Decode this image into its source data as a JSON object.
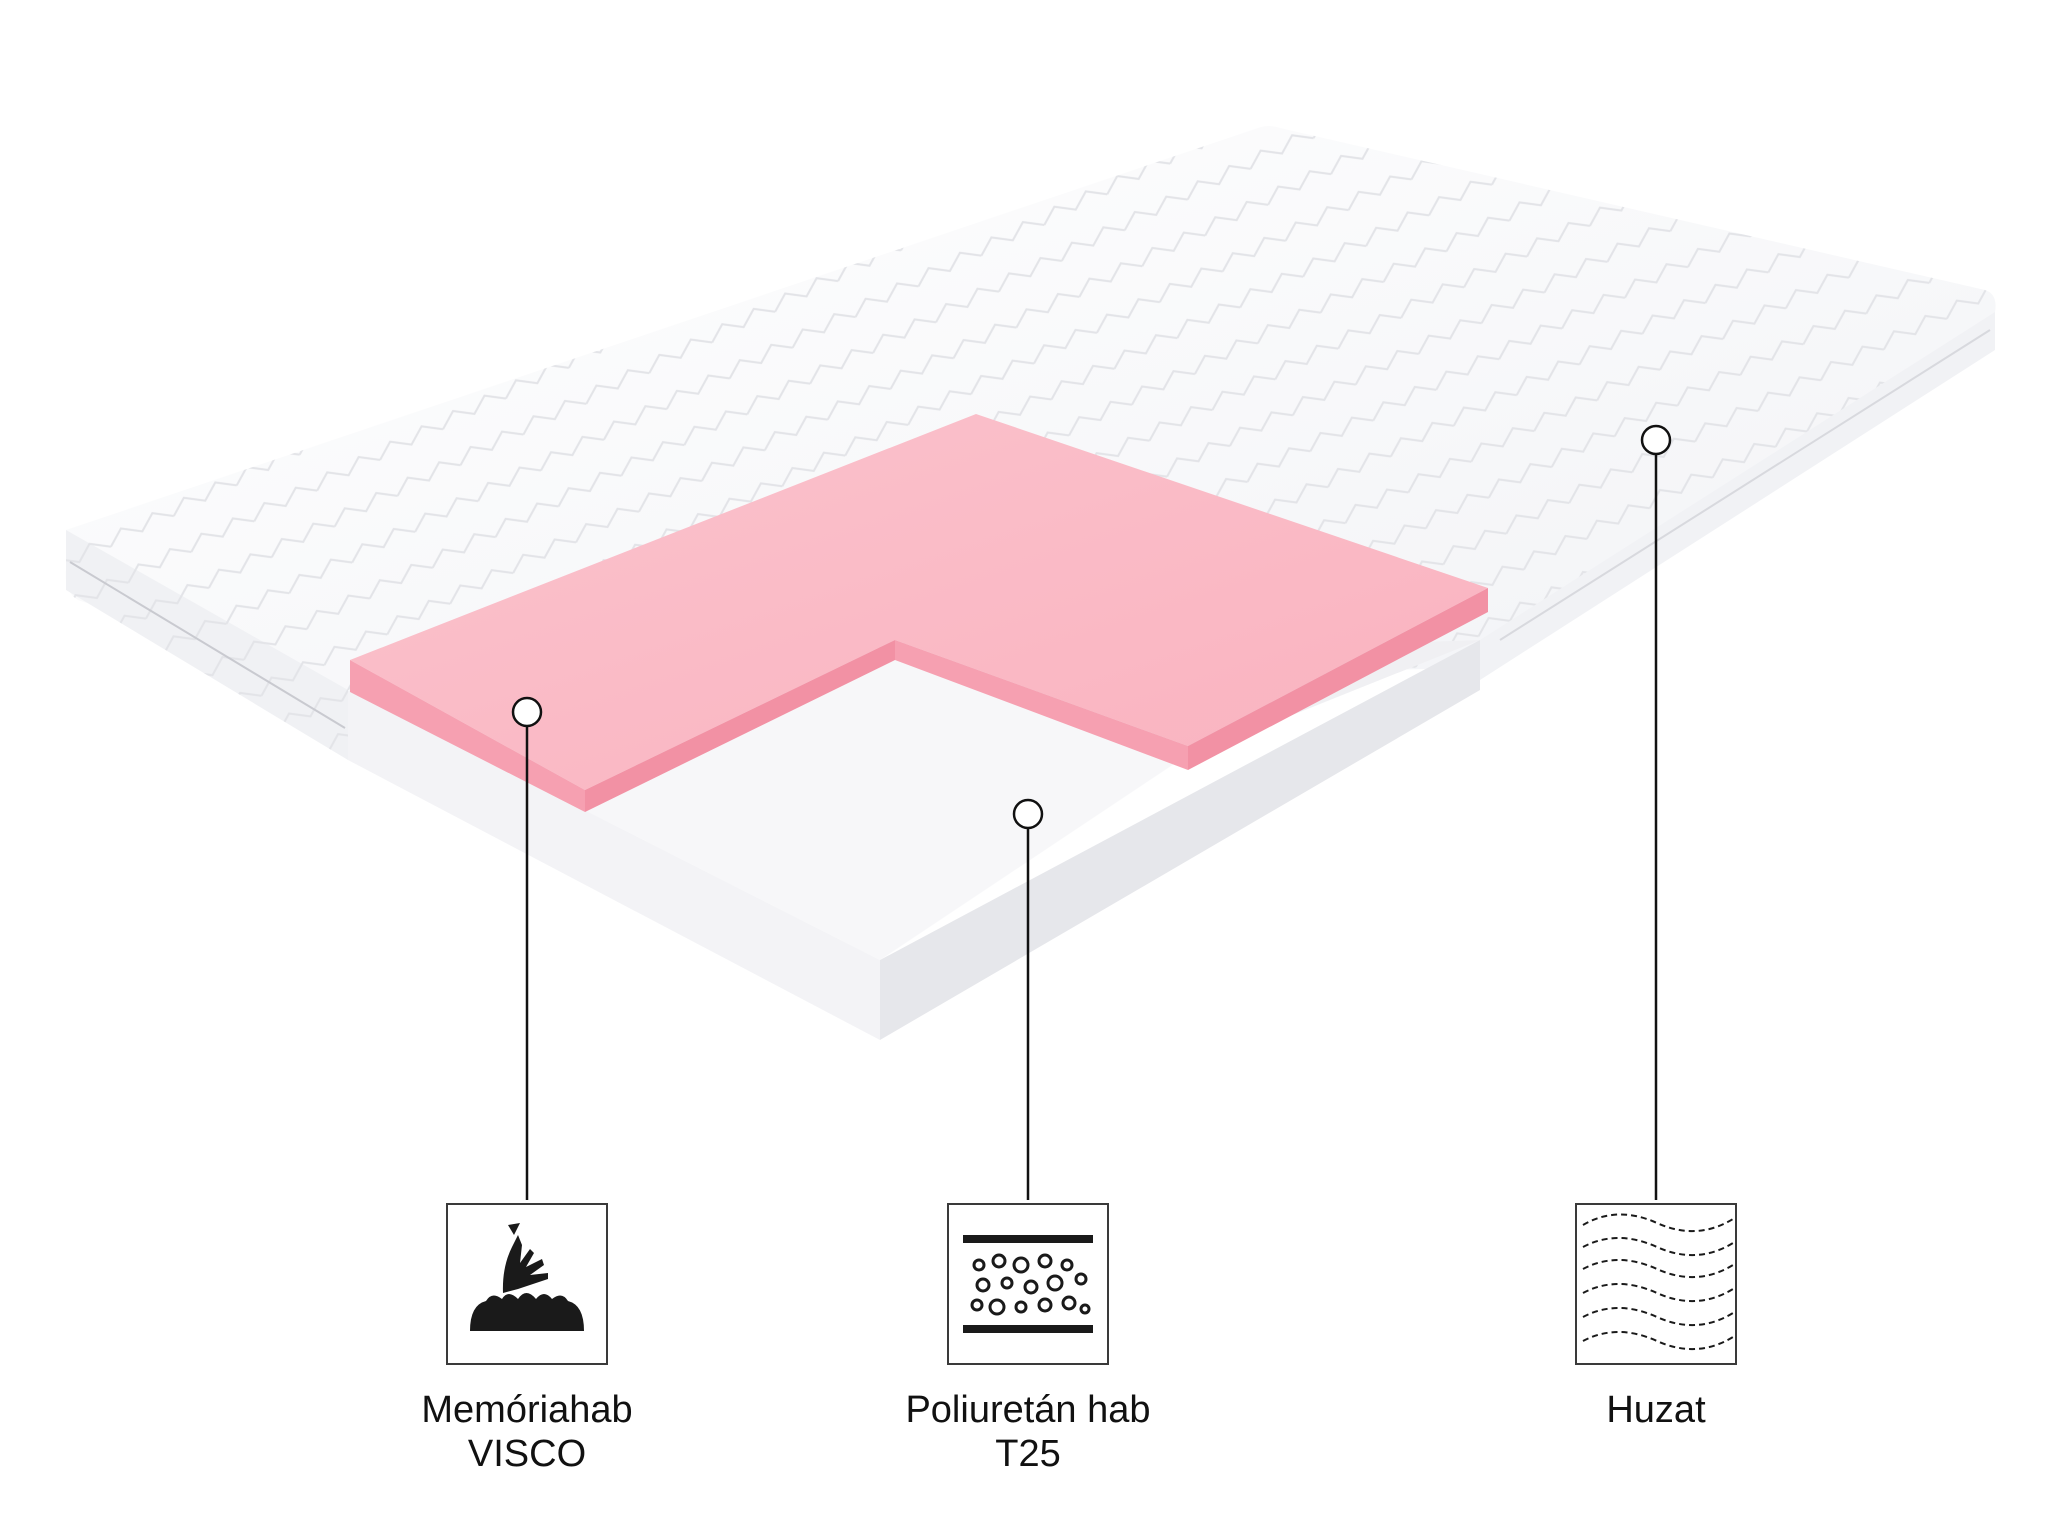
{
  "layers": [
    {
      "id": "memory",
      "name_line1": "Memóriahab",
      "name_line2": "VISCO",
      "icon": "hand-pressing-foam-icon",
      "color": "#f7a8b8"
    },
    {
      "id": "pu",
      "name_line1": "Poliuretán hab",
      "name_line2": "T25",
      "icon": "foam-cells-icon",
      "color": "#f4f4f7"
    },
    {
      "id": "cover",
      "name_line1": "Huzat",
      "name_line2": "",
      "icon": "wavy-fabric-icon",
      "color": "#ffffff"
    }
  ]
}
